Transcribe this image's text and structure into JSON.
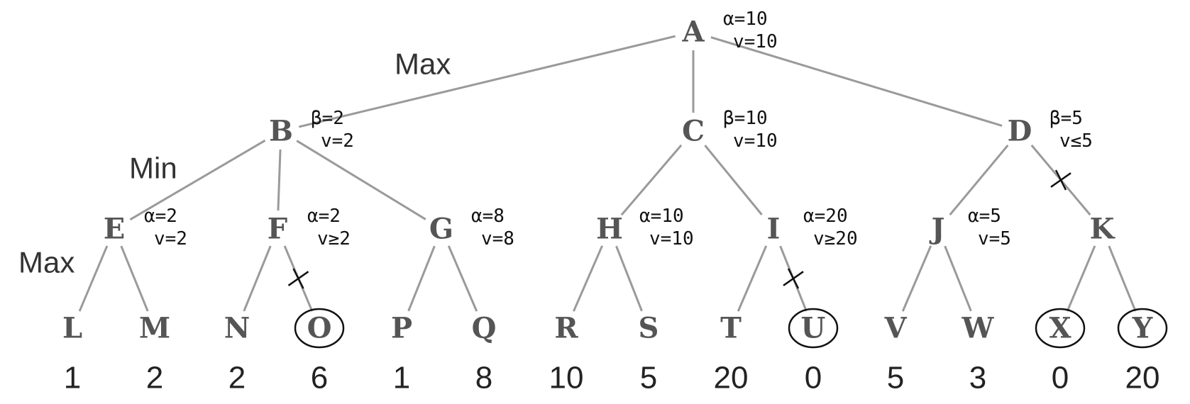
{
  "tree": {
    "level_labels": [
      "Max",
      "Min",
      "Max"
    ],
    "nodes": [
      {
        "id": "A",
        "label": "A",
        "notes": [
          "α=10",
          "v=10"
        ]
      },
      {
        "id": "B",
        "label": "B",
        "notes": [
          "β=2",
          "v=2"
        ]
      },
      {
        "id": "C",
        "label": "C",
        "notes": [
          "β=10",
          "v=10"
        ]
      },
      {
        "id": "D",
        "label": "D",
        "notes": [
          "β=5",
          "v≤5"
        ]
      },
      {
        "id": "E",
        "label": "E",
        "notes": [
          "α=2",
          "v=2"
        ]
      },
      {
        "id": "F",
        "label": "F",
        "notes": [
          "α=2",
          "v≥2"
        ]
      },
      {
        "id": "G",
        "label": "G",
        "notes": [
          "α=8",
          "v=8"
        ]
      },
      {
        "id": "H",
        "label": "H",
        "notes": [
          "α=10",
          "v=10"
        ]
      },
      {
        "id": "I",
        "label": "I",
        "notes": [
          "α=20",
          "v≥20"
        ]
      },
      {
        "id": "J",
        "label": "J",
        "notes": [
          "α=5",
          "v=5"
        ]
      },
      {
        "id": "K",
        "label": "K",
        "notes": []
      }
    ],
    "leaves": [
      {
        "id": "L",
        "label": "L",
        "value": "1",
        "pruned": false
      },
      {
        "id": "M",
        "label": "M",
        "value": "2",
        "pruned": false
      },
      {
        "id": "N",
        "label": "N",
        "value": "2",
        "pruned": false
      },
      {
        "id": "O",
        "label": "O",
        "value": "6",
        "pruned": true
      },
      {
        "id": "P",
        "label": "P",
        "value": "1",
        "pruned": false
      },
      {
        "id": "Q",
        "label": "Q",
        "value": "8",
        "pruned": false
      },
      {
        "id": "R",
        "label": "R",
        "value": "10",
        "pruned": false
      },
      {
        "id": "S",
        "label": "S",
        "value": "5",
        "pruned": false
      },
      {
        "id": "T",
        "label": "T",
        "value": "20",
        "pruned": false
      },
      {
        "id": "U",
        "label": "U",
        "value": "0",
        "pruned": true
      },
      {
        "id": "V",
        "label": "V",
        "value": "5",
        "pruned": false
      },
      {
        "id": "W",
        "label": "W",
        "value": "3",
        "pruned": false
      },
      {
        "id": "X",
        "label": "X",
        "value": "0",
        "pruned": true
      },
      {
        "id": "Y",
        "label": "Y",
        "value": "20",
        "pruned": true
      }
    ],
    "edges": [
      [
        "A",
        "B"
      ],
      [
        "A",
        "C"
      ],
      [
        "A",
        "D"
      ],
      [
        "B",
        "E"
      ],
      [
        "B",
        "F"
      ],
      [
        "B",
        "G"
      ],
      [
        "C",
        "H"
      ],
      [
        "C",
        "I"
      ],
      [
        "D",
        "J"
      ],
      [
        "D",
        "K"
      ],
      [
        "E",
        "L"
      ],
      [
        "E",
        "M"
      ],
      [
        "F",
        "N"
      ],
      [
        "F",
        "O"
      ],
      [
        "G",
        "P"
      ],
      [
        "G",
        "Q"
      ],
      [
        "H",
        "R"
      ],
      [
        "H",
        "S"
      ],
      [
        "I",
        "T"
      ],
      [
        "I",
        "U"
      ],
      [
        "J",
        "V"
      ],
      [
        "J",
        "W"
      ],
      [
        "K",
        "X"
      ],
      [
        "K",
        "Y"
      ]
    ],
    "pruned_edges": [
      [
        "F",
        "O"
      ],
      [
        "I",
        "U"
      ],
      [
        "D",
        "K"
      ]
    ]
  }
}
